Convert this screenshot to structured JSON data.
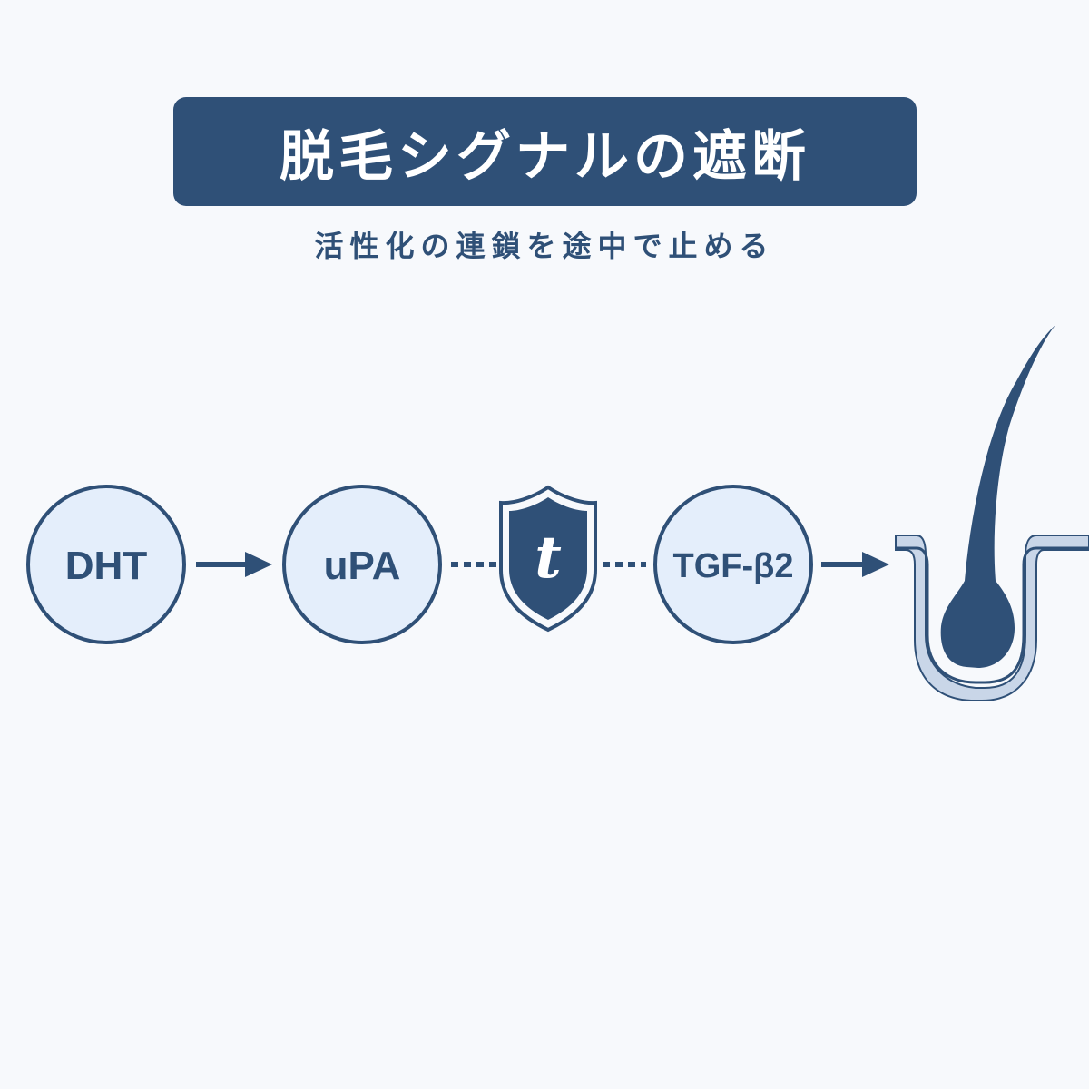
{
  "title": "脱毛シグナルの遮断",
  "subtitle": "活性化の連鎖を途中で止める",
  "nodes": {
    "dht": "DHT",
    "upa": "uPA",
    "shield_letter": "t",
    "tgf": "TGF-β2"
  },
  "icons": {
    "shield": "shield-icon",
    "hair_follicle": "hair-follicle-icon"
  },
  "colors": {
    "primary": "#2f5077",
    "node_fill": "#e4eefb",
    "follicle_sheath": "#c9d6e8",
    "background": "#f7f9fc"
  }
}
